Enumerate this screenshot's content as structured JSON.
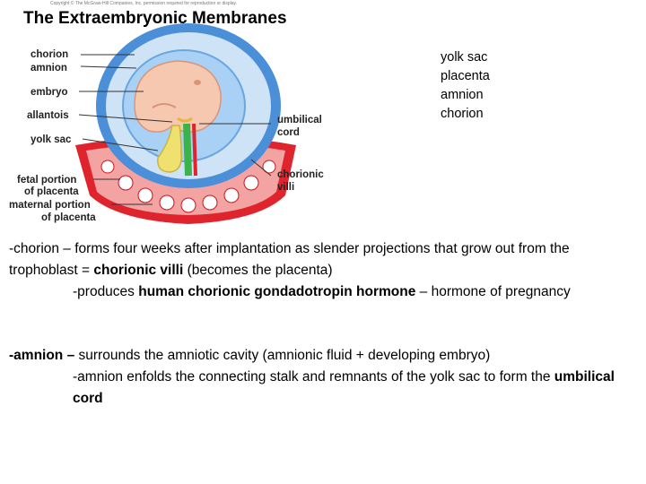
{
  "copyright": "Copyright © The McGraw-Hill Companies, Inc. permission required for reproduction or display.",
  "title": "The Extraembryonic Membranes",
  "figure_labels": {
    "chorion": "chorion",
    "amnion": "amnion",
    "embryo": "embryo",
    "allantois": "allantois",
    "yolk_sac": "yolk sac",
    "fetal_portion_1": "fetal portion",
    "fetal_portion_2": "of placenta",
    "maternal_portion_1": "maternal portion",
    "maternal_portion_2": "of placenta",
    "umbilical_1": "umbilical",
    "umbilical_2": "cord",
    "chorionic_1": "chorionic",
    "chorionic_2": "villi"
  },
  "key_list": [
    "yolk sac",
    "placenta",
    "amnion",
    "chorion"
  ],
  "chorion_para": {
    "line1_pre": "-chorion – forms four weeks after implantation as slender projections that grow out from the trophoblast = ",
    "line1_bold": "chorionic villi",
    "line1_post": " (becomes the placenta)",
    "line2_pre": "-produces ",
    "line2_bold": "human chorionic gondadotropin hormone",
    "line2_post": " – hormone of pregnancy"
  },
  "amnion_para": {
    "line1_bold": "-amnion –",
    "line1_post": " surrounds the amniotic cavity (amnionic fluid + developing embryo)",
    "line2_pre": "-amnion enfolds the connecting stalk and remnants of the yolk sac  to form the ",
    "line2_bold": "umbilical cord"
  },
  "colors": {
    "chorion_blue": "#4a8fd8",
    "amnion_blue": "#a9d0f5",
    "placenta_red": "#e0242e",
    "embryo_pink": "#f6c8b0",
    "yolk_yellow": "#f0e070",
    "cord_green": "#3cb34a"
  }
}
